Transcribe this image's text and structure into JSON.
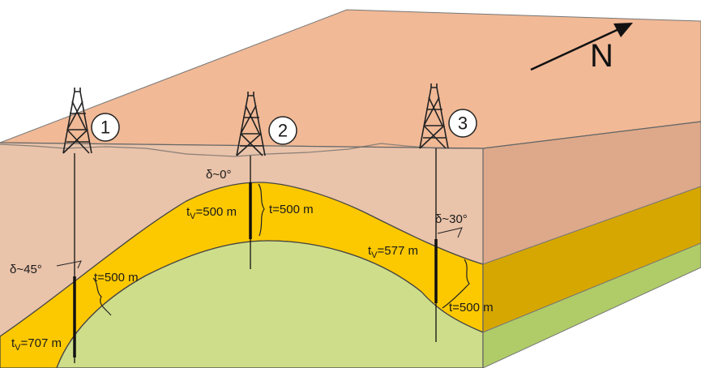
{
  "north_label": "N",
  "wells": [
    {
      "number": "1",
      "dip": "δ~45°",
      "true_thickness": "t=500 m",
      "vertical_thickness": "t",
      "vertical_subscript": "V",
      "vertical_value": "=707 m"
    },
    {
      "number": "2",
      "dip": "δ~0°",
      "true_thickness": "t=500 m",
      "vertical_thickness": "t",
      "vertical_subscript": "V",
      "vertical_value": "=500 m"
    },
    {
      "number": "3",
      "dip": "δ~30°",
      "true_thickness": "t=500 m",
      "vertical_thickness": "t",
      "vertical_subscript": "V",
      "vertical_value": "=577 m"
    }
  ],
  "colors": {
    "surface": "#f1b996",
    "upper_layer_front": "#e9c3aa",
    "upper_layer_side": "#dda98a",
    "yellow_layer_front": "#fcc800",
    "yellow_layer_side": "#d6a700",
    "green_layer_front": "#cedd8a",
    "green_layer_side": "#b0cc68",
    "lines": "#222222"
  }
}
